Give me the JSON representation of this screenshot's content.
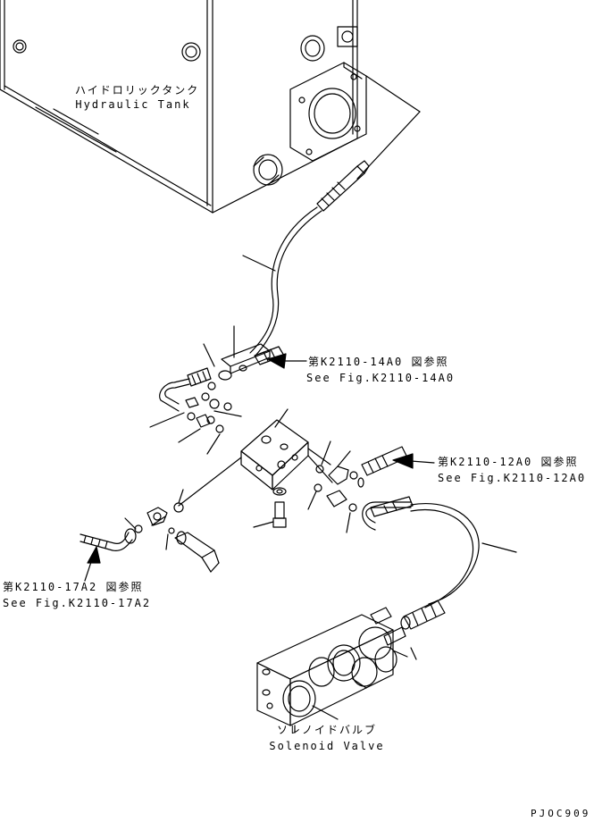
{
  "labels": {
    "hydraulic_tank_jp": "ハイドロリックタンク",
    "hydraulic_tank_en": "Hydraulic Tank",
    "ref_14a0_jp": "第K2110-14A0 図参照",
    "ref_14a0_en": "See Fig.K2110-14A0",
    "ref_12a0_jp": "第K2110-12A0 図参照",
    "ref_12a0_en": "See Fig.K2110-12A0",
    "ref_17a2_jp": "第K2110-17A2 図参照",
    "ref_17a2_en": "See Fig.K2110-17A2",
    "solenoid_valve_jp": "ソレノイドバルブ",
    "solenoid_valve_en": "Solenoid Valve",
    "drawing_code": "PJOC909"
  }
}
